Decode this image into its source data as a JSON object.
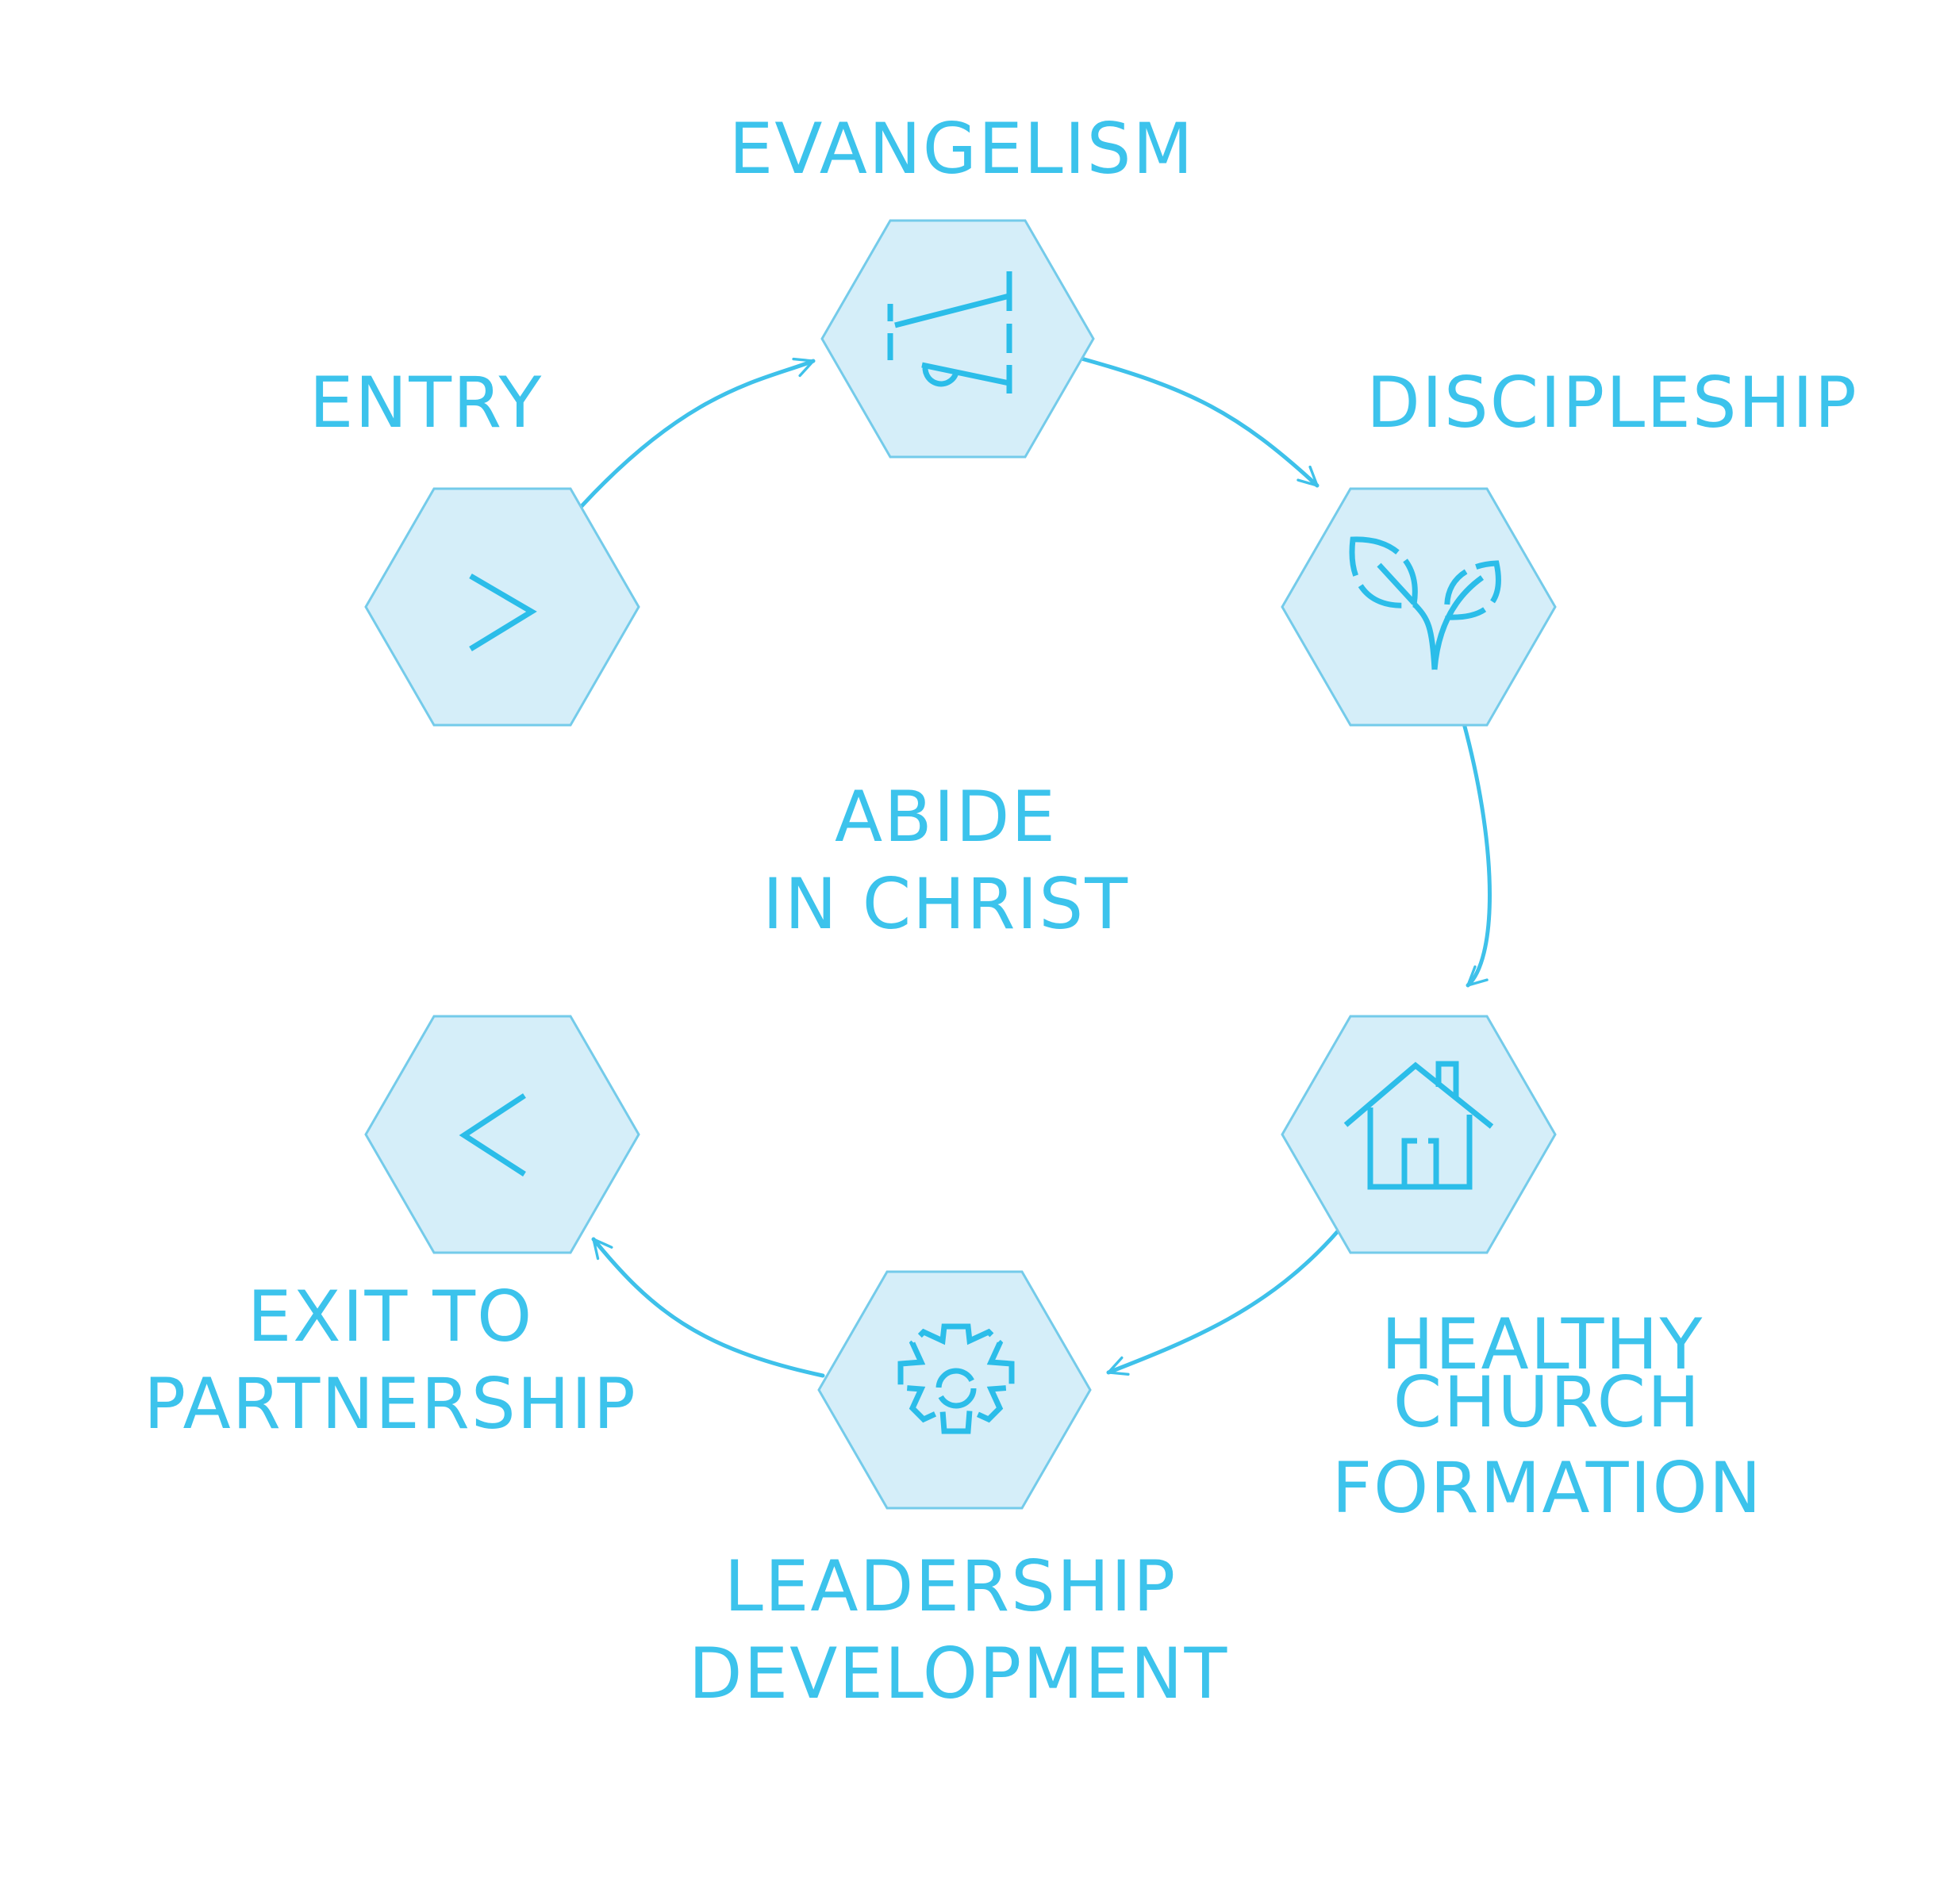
{
  "colors": {
    "hex_fill": "#d5eef9",
    "hex_stroke": "#74cbea",
    "icon": "#2bbde9",
    "text": "#3cc3ec",
    "background": "#ffffff"
  },
  "center": {
    "line1": "ABIDE",
    "line2": "IN CHRIST"
  },
  "stages": [
    {
      "icon": "chevron-right-icon",
      "label_lines": [
        "ENTRY"
      ]
    },
    {
      "icon": "megaphone-icon",
      "label_lines": [
        "EVANGELISM"
      ]
    },
    {
      "icon": "sprout-icon",
      "label_lines": [
        "DISCIPLESHIP"
      ]
    },
    {
      "icon": "house-icon",
      "label_lines": [
        "HEALTHY",
        "CHURCH",
        "FORMATION"
      ]
    },
    {
      "icon": "gear-icon",
      "label_lines": [
        "LEADERSHIP",
        "DEVELOPMENT"
      ]
    },
    {
      "icon": "chevron-left-icon",
      "label_lines": [
        "EXIT TO",
        "PARTNERSHIP"
      ]
    }
  ]
}
